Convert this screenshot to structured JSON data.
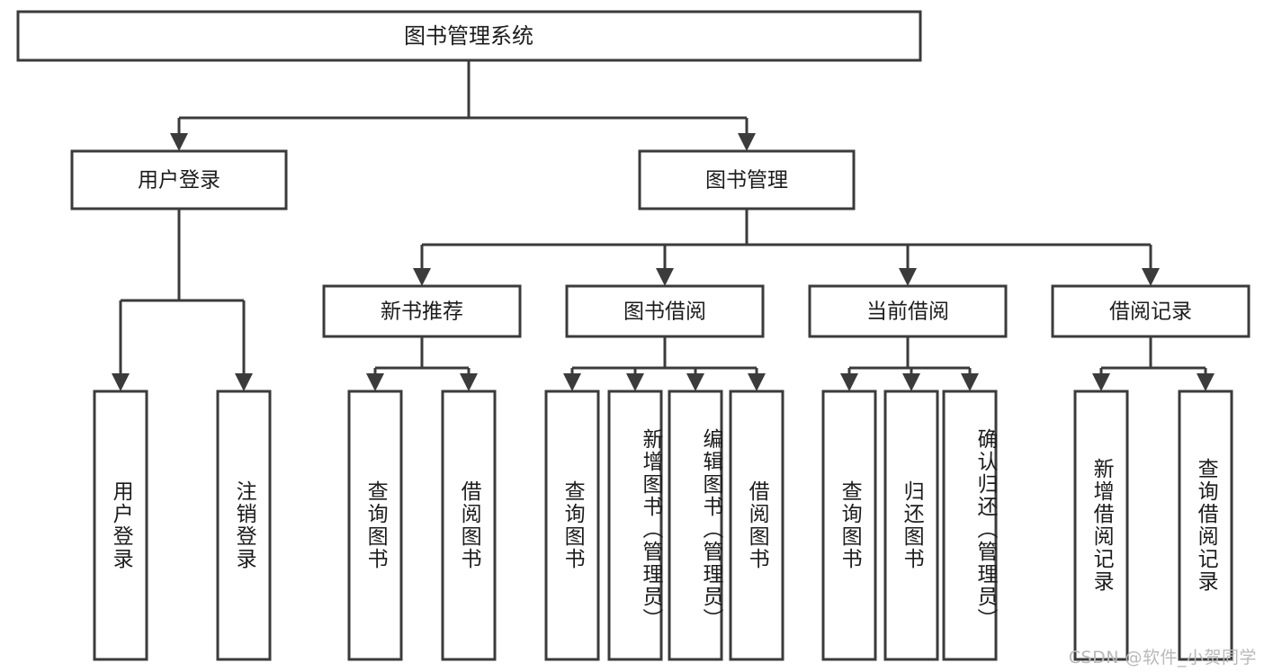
{
  "diagram": {
    "type": "tree-hierarchy",
    "orientation": "top-down",
    "title_node": {
      "label": "图书管理系统"
    },
    "level2": [
      {
        "id": "user-login",
        "label": "用户登录"
      },
      {
        "id": "book-management",
        "label": "图书管理"
      }
    ],
    "level3": [
      {
        "id": "new-book-recommend",
        "label": "新书推荐",
        "parent": "book-management"
      },
      {
        "id": "book-borrow",
        "label": "图书借阅",
        "parent": "book-management"
      },
      {
        "id": "current-borrow",
        "label": "当前借阅",
        "parent": "book-management"
      },
      {
        "id": "borrow-record",
        "label": "借阅记录",
        "parent": "book-management"
      }
    ],
    "leaves": [
      {
        "id": "leaf-user-login",
        "label": "用户登录",
        "parent": "user-login"
      },
      {
        "id": "leaf-logout-login",
        "label": "注销登录",
        "parent": "user-login"
      },
      {
        "id": "leaf-query-book-1",
        "label": "查询图书",
        "parent": "new-book-recommend"
      },
      {
        "id": "leaf-borrow-book-1",
        "label": "借阅图书",
        "parent": "new-book-recommend"
      },
      {
        "id": "leaf-query-book-2",
        "label": "查询图书",
        "parent": "book-borrow"
      },
      {
        "id": "leaf-add-book",
        "label": "新增图书（管理员）",
        "parent": "book-borrow"
      },
      {
        "id": "leaf-edit-book",
        "label": "编辑图书（管理员）",
        "parent": "book-borrow"
      },
      {
        "id": "leaf-borrow-book-2",
        "label": "借阅图书",
        "parent": "book-borrow"
      },
      {
        "id": "leaf-query-book-3",
        "label": "查询图书",
        "parent": "current-borrow"
      },
      {
        "id": "leaf-return-book",
        "label": "归还图书",
        "parent": "current-borrow"
      },
      {
        "id": "leaf-confirm-return",
        "label": "确认归还（管理员）",
        "parent": "current-borrow"
      },
      {
        "id": "leaf-add-record",
        "label": "新增借阅记录",
        "parent": "borrow-record"
      },
      {
        "id": "leaf-query-record",
        "label": "查询借阅记录",
        "parent": "borrow-record"
      }
    ]
  },
  "watermark": {
    "text": "CSDN @软件_小贺同学"
  },
  "colors": {
    "stroke": "#3b3b3b",
    "box_fill": "#ffffff",
    "text": "#1c1c1c",
    "watermark": "#b9b9b9",
    "background": "#ffffff"
  }
}
